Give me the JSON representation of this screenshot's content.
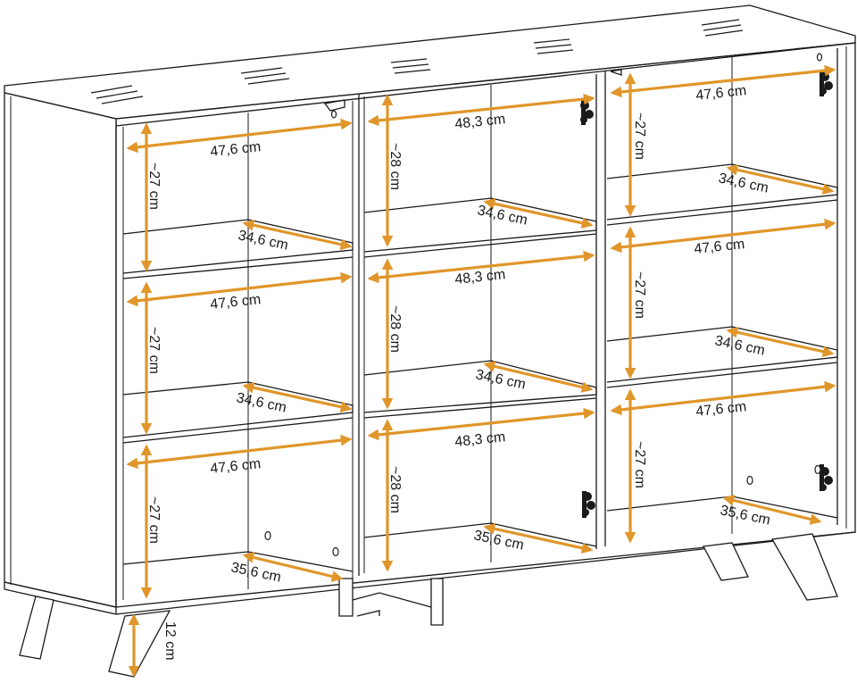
{
  "colors": {
    "dimension": "#e0962a",
    "outline": "#1a1a1a",
    "background": "#ffffff"
  },
  "dimensions": {
    "left_width": "47,6 cm",
    "left_height": "~27 cm",
    "left_depth_top": "34,6 cm",
    "left_depth_bottom": "35,6 cm",
    "middle_width": "48,3 cm",
    "middle_height": "~28 cm",
    "middle_depth_top": "34,6 cm",
    "middle_depth_bottom": "35,6 cm",
    "right_width": "47,6 cm",
    "right_height": "~27 cm",
    "right_depth_top": "34,6 cm",
    "right_depth_bottom": "35,6 cm",
    "leg_height": "12 cm"
  },
  "icons": {
    "hinge": "hinge-icon",
    "hatch": "glass-hatch-icon",
    "hole": "dowel-hole-icon"
  }
}
